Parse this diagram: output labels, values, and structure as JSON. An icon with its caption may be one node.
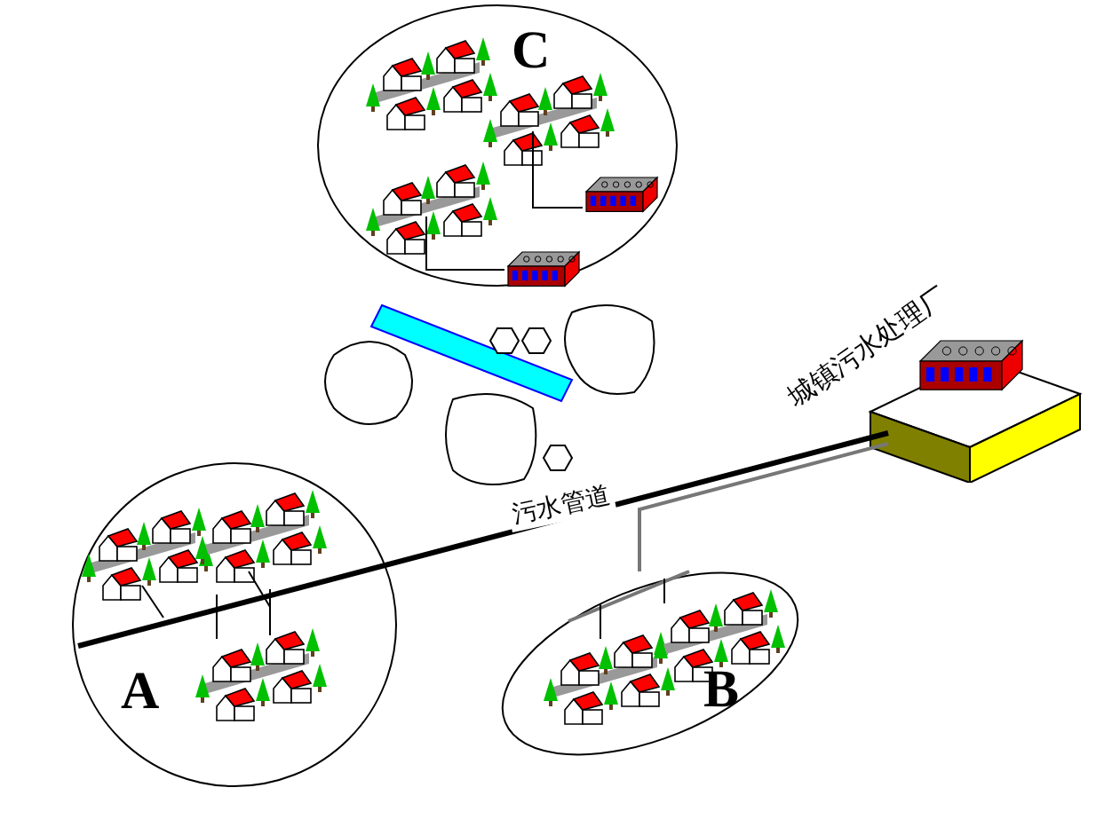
{
  "diagram": {
    "nodes": [
      {
        "text": [
          "C"
        ]
      },
      {
        "text": [
          "城镇污水处理厂"
        ]
      },
      {
        "text": [
          "A"
        ]
      },
      {
        "text": [
          "B"
        ]
      }
    ],
    "edges": [
      {
        "from": 2,
        "to": 1,
        "arrow": "none",
        "label": "污水管道"
      },
      {
        "from": 3,
        "to": 1,
        "arrow": "none",
        "color": "#777777"
      }
    ]
  }
}
